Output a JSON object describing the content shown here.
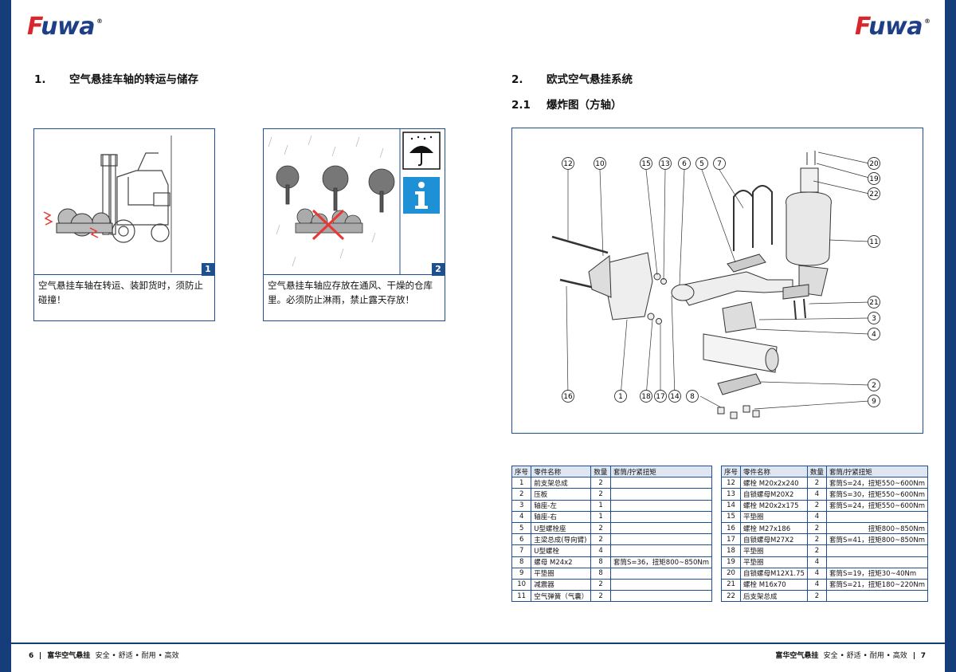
{
  "brand": "Fuwa",
  "brand_reg": "®",
  "left": {
    "section_num": "1.",
    "section_title": "空气悬挂车轴的转运与储存",
    "panel1": {
      "badge": "1",
      "caption": "空气悬挂车轴在转运、装卸货时，须防止碰撞！"
    },
    "panel2": {
      "badge": "2",
      "caption": "空气悬挂车轴应存放在通风、干燥的仓库里。必须防止淋雨，禁止露天存放！"
    }
  },
  "right": {
    "section_num": "2.",
    "section_title": "欧式空气悬挂系统",
    "sub_num": "2.1",
    "sub_title": "爆炸图（方轴）",
    "callouts": [
      "12",
      "10",
      "15",
      "13",
      "6",
      "5",
      "7",
      "20",
      "19",
      "22",
      "11",
      "21",
      "3",
      "4",
      "2",
      "9",
      "16",
      "1",
      "18",
      "17",
      "14",
      "8"
    ]
  },
  "table": {
    "headers": [
      "序号",
      "零件名称",
      "数量",
      "套筒/拧紧扭矩"
    ],
    "left_rows": [
      [
        "1",
        "前支架总成",
        "2",
        ""
      ],
      [
        "2",
        "压板",
        "2",
        ""
      ],
      [
        "3",
        "轴座-左",
        "1",
        ""
      ],
      [
        "4",
        "轴座-右",
        "1",
        ""
      ],
      [
        "5",
        "U型螺栓座",
        "2",
        ""
      ],
      [
        "6",
        "主梁总成(导向臂)",
        "2",
        ""
      ],
      [
        "7",
        "U型螺栓",
        "4",
        ""
      ],
      [
        "8",
        "螺母 M24x2",
        "8",
        "套筒S=36，扭矩800~850Nm"
      ],
      [
        "9",
        "平垫圈",
        "8",
        ""
      ],
      [
        "10",
        "减震器",
        "2",
        ""
      ],
      [
        "11",
        "空气弹簧（气囊）",
        "2",
        ""
      ]
    ],
    "right_rows": [
      [
        "12",
        "螺栓 M20x2x240",
        "2",
        "套筒S=24，扭矩550~600Nm"
      ],
      [
        "13",
        "自锁螺母M20X2",
        "4",
        "套筒S=30，扭矩550~600Nm"
      ],
      [
        "14",
        "螺栓 M20x2x175",
        "2",
        "套筒S=24，扭矩550~600Nm"
      ],
      [
        "15",
        "平垫圈",
        "4",
        ""
      ],
      [
        "16",
        "螺栓 M27x186",
        "2",
        "扭矩800~850Nm"
      ],
      [
        "17",
        "自锁螺母M27X2",
        "2",
        "套筒S=41，扭矩800~850Nm"
      ],
      [
        "18",
        "平垫圈",
        "2",
        ""
      ],
      [
        "19",
        "平垫圈",
        "4",
        ""
      ],
      [
        "20",
        "自锁螺母M12X1.75",
        "4",
        "套筒S=19，扭矩30~40Nm"
      ],
      [
        "21",
        "螺栓 M16x70",
        "4",
        "套筒S=21，扭矩180~220Nm"
      ],
      [
        "22",
        "后支架总成",
        "2",
        ""
      ]
    ]
  },
  "footer": {
    "left_page": "6",
    "right_page": "7",
    "brand_line": "富华空气悬挂",
    "slogan": "安全 • 舒适 • 耐用 • 高效"
  },
  "colors": {
    "navy": "#143d7a",
    "logo_blue": "#1e3f86",
    "logo_red": "#d8262c",
    "info_blue": "#1e90d6"
  }
}
